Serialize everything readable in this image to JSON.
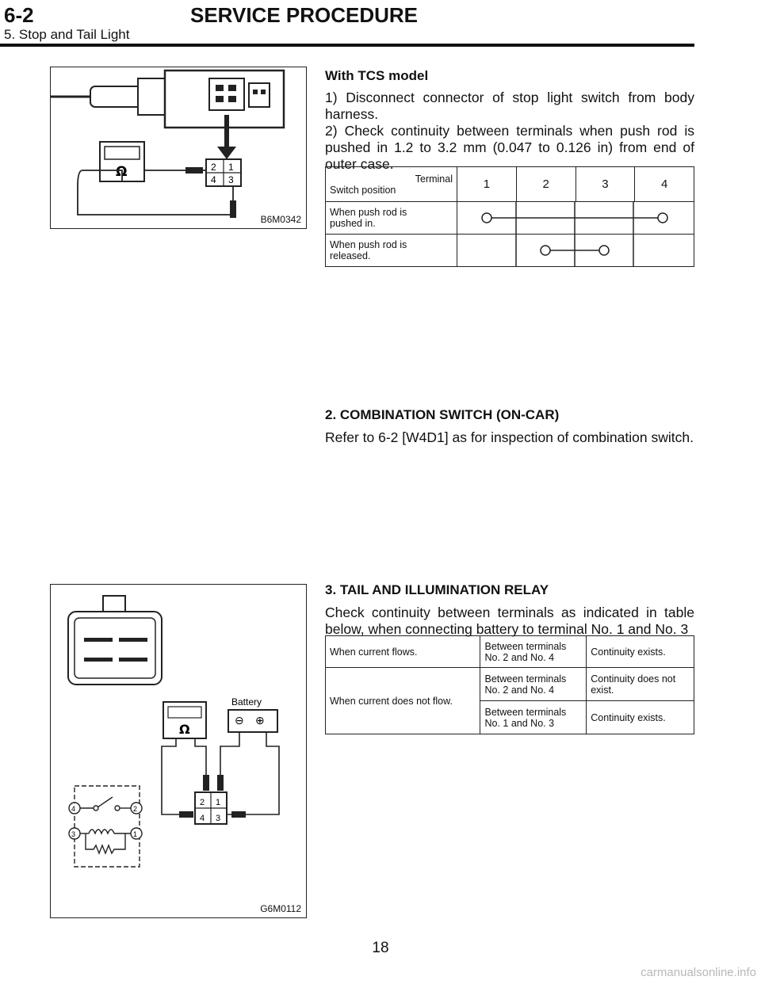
{
  "header": {
    "section_number": "6-2",
    "title": "SERVICE PROCEDURE",
    "subtitle": "5. Stop and Tail Light"
  },
  "figure1": {
    "label": "B6M0342",
    "connector_pins": [
      "2",
      "1",
      "4",
      "3"
    ],
    "meter_symbol": "Ω"
  },
  "tcs": {
    "heading": "With TCS model",
    "step1": "1) Disconnect connector of stop light switch from body harness.",
    "step2": "2) Check continuity between terminals when push rod is pushed in 1.2 to 3.2 mm (0.047 to 0.126 in) from end of outer case."
  },
  "table1": {
    "corner_top": "Terminal",
    "corner_bottom": "Switch position",
    "terminals": [
      "1",
      "2",
      "3",
      "4"
    ],
    "rows": [
      {
        "label_line1": "When push rod is",
        "label_line2": "pushed in.",
        "connects": [
          "1",
          "4"
        ]
      },
      {
        "label_line1": "When push rod is",
        "label_line2": "released.",
        "connects": [
          "2",
          "3"
        ]
      }
    ]
  },
  "section2": {
    "heading": "2.  COMBINATION SWITCH (ON-CAR)",
    "body": "Refer to 6-2 [W4D1] as for inspection of combination switch."
  },
  "figure2": {
    "label": "G6M0112",
    "battery_label": "Battery",
    "meter_symbol": "Ω",
    "connector_pins": [
      "2",
      "1",
      "4",
      "3"
    ],
    "relay_pins": [
      "4",
      "2",
      "3",
      "1"
    ],
    "battery_minus": "⊖",
    "battery_plus": "⊕"
  },
  "section3": {
    "heading": "3.  TAIL AND ILLUMINATION RELAY",
    "body": "Check continuity between terminals as indicated in table below, when connecting battery to terminal No. 1 and No. 3"
  },
  "table2": {
    "row1": {
      "condition": "When current flows.",
      "terminals_line1": "Between terminals",
      "terminals_line2": "No. 2 and No. 4",
      "result": "Continuity exists."
    },
    "row2": {
      "condition": "When current does not flow.",
      "terminals_line1": "Between terminals",
      "terminals_line2": "No. 2 and No. 4",
      "result_line1": "Continuity does not",
      "result_line2": "exist."
    },
    "row3": {
      "terminals_line1": "Between terminals",
      "terminals_line2": "No. 1 and No. 3",
      "result": "Continuity exists."
    }
  },
  "page_number": "18",
  "watermark": "carmanualsonline.info"
}
